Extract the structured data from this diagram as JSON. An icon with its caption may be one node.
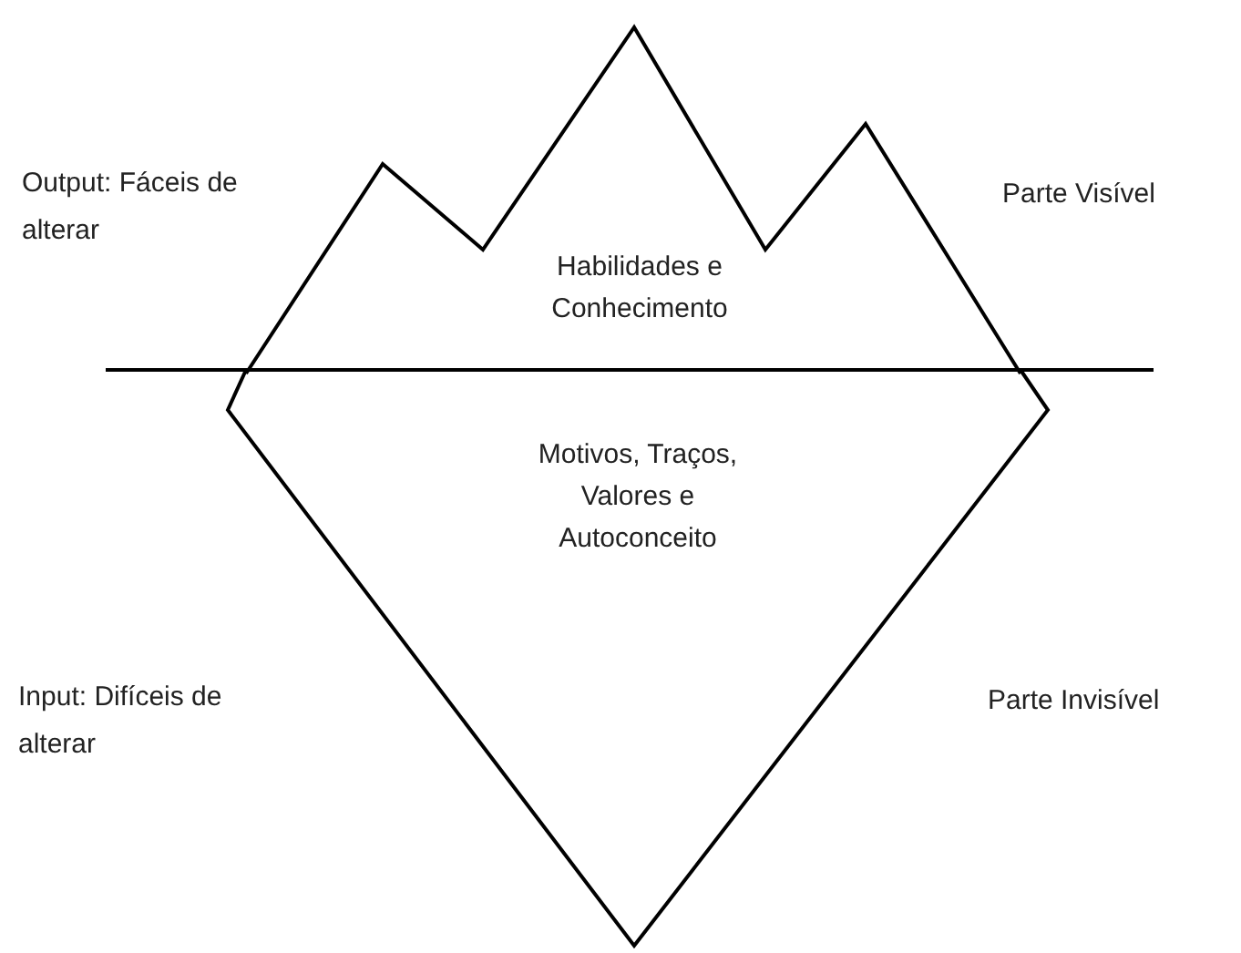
{
  "diagram": {
    "nodes": [
      {
        "text": [
          "Habilidades e Conhecimento"
        ]
      },
      {
        "text": [
          "Motivos, Traços, Valores e Autoconceito"
        ]
      }
    ],
    "labels": [
      "Output: Fáceis de alterar",
      "Parte Visível",
      "Input: Difíceis de alterar",
      "Parte Invisível"
    ]
  }
}
